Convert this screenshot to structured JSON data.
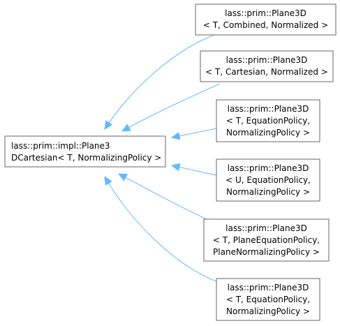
{
  "diagram": {
    "base": {
      "lines": [
        "lass::prim::impl::Plane3",
        "DCartesian< T, NormalizingPolicy >"
      ]
    },
    "derived": [
      {
        "lines": [
          "lass::prim::Plane3D",
          "< T, Combined, Normalized >"
        ]
      },
      {
        "lines": [
          "lass::prim::Plane3D",
          "< T, Cartesian, Normalized >"
        ]
      },
      {
        "lines": [
          "lass::prim::Plane3D",
          "< T, EquationPolicy,",
          "NormalizingPolicy >"
        ]
      },
      {
        "lines": [
          "lass::prim::Plane3D",
          "< U, EquationPolicy,",
          "NormalizingPolicy >"
        ]
      },
      {
        "lines": [
          "lass::prim::Plane3D",
          "< T, PlaneEquationPolicy,",
          "PlaneNormalizingPolicy >"
        ]
      },
      {
        "lines": [
          "lass::prim::Plane3D",
          "< T, EquationPolicy,",
          "NormalizingPolicy >"
        ]
      }
    ],
    "colors": {
      "edge": "#63b8ff",
      "box_border": "#666666",
      "box_fill": "#ffffff",
      "text": "#000000"
    }
  }
}
